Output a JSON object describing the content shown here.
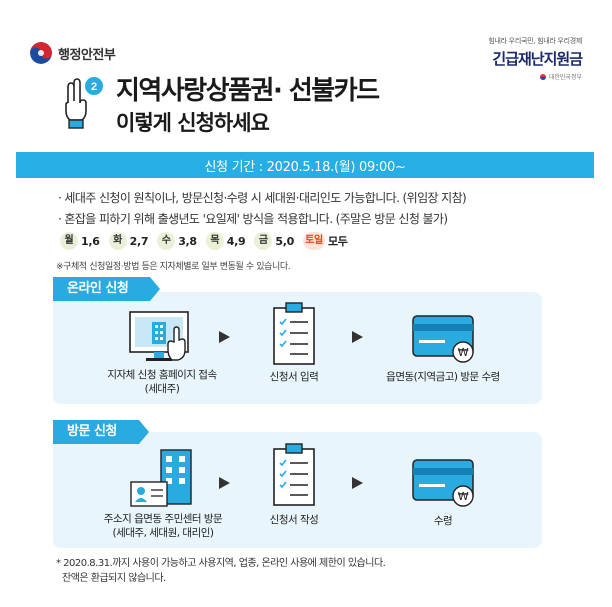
{
  "header": {
    "ministry_name": "행정안전부",
    "brand_slogan": "힘내라 우리국민, 힘내라 우리경제",
    "brand_title": "긴급재난지원금",
    "brand_sub": "대한민국정부"
  },
  "headline": {
    "step_number": "2",
    "title": "지역사랑상품권· 선불카드",
    "subtitle": "이렇게 신청하세요"
  },
  "period": {
    "text": "신청 기간 : 2020.5.18.(월) 09:00~"
  },
  "notes": [
    "· 세대주 신청이 원칙이나, 방문신청·수령 시 세대원·대리인도 가능합니다. (위임장 지참)",
    "· 혼잡을 피하기 위해  출생년도 '요일제' 방식을 적용합니다. (주말은 방문 신청 불가)"
  ],
  "weekday_schedule": [
    {
      "day": "월",
      "digits": "1,6"
    },
    {
      "day": "화",
      "digits": "2,7"
    },
    {
      "day": "수",
      "digits": "3,8"
    },
    {
      "day": "목",
      "digits": "4,9"
    },
    {
      "day": "금",
      "digits": "5,0"
    },
    {
      "day": "토일",
      "digits": "모두"
    }
  ],
  "schedule_note": "※구체적 신청일정·방법 등은 지자체별로 일부 변동될 수 있습니다.",
  "online": {
    "tag": "온라인 신청",
    "steps": [
      {
        "label_line1": "지자체 신청 홈페이지 접속",
        "label_line2": "(세대주)",
        "icon": "computer-click-icon"
      },
      {
        "label_line1": "신청서 입력",
        "label_line2": "",
        "icon": "clipboard-checklist-icon"
      },
      {
        "label_line1": "읍면동(지역금고) 방문 수령",
        "label_line2": "",
        "icon": "card-won-icon"
      }
    ]
  },
  "visit": {
    "tag": "방문 신청",
    "steps": [
      {
        "label_line1": "주소지 읍면동 주민센터 방문",
        "label_line2": "(세대주, 세대원, 대리인)",
        "icon": "building-idcard-icon"
      },
      {
        "label_line1": "신청서 작성",
        "label_line2": "",
        "icon": "clipboard-checklist-icon"
      },
      {
        "label_line1": "수령",
        "label_line2": "",
        "icon": "card-won-icon"
      }
    ]
  },
  "bottom_note": {
    "line1": "* 2020.8.31.까지 사용이 가능하고 사용지역, 업종, 온라인 사용에 제한이 있습니다.",
    "line2": "잔액은 환급되지 않습니다."
  },
  "colors": {
    "accent": "#27aee4",
    "section_bg": "#e8f5fc",
    "brand_navy": "#1b2a6b",
    "weekend": "#e1491d"
  }
}
